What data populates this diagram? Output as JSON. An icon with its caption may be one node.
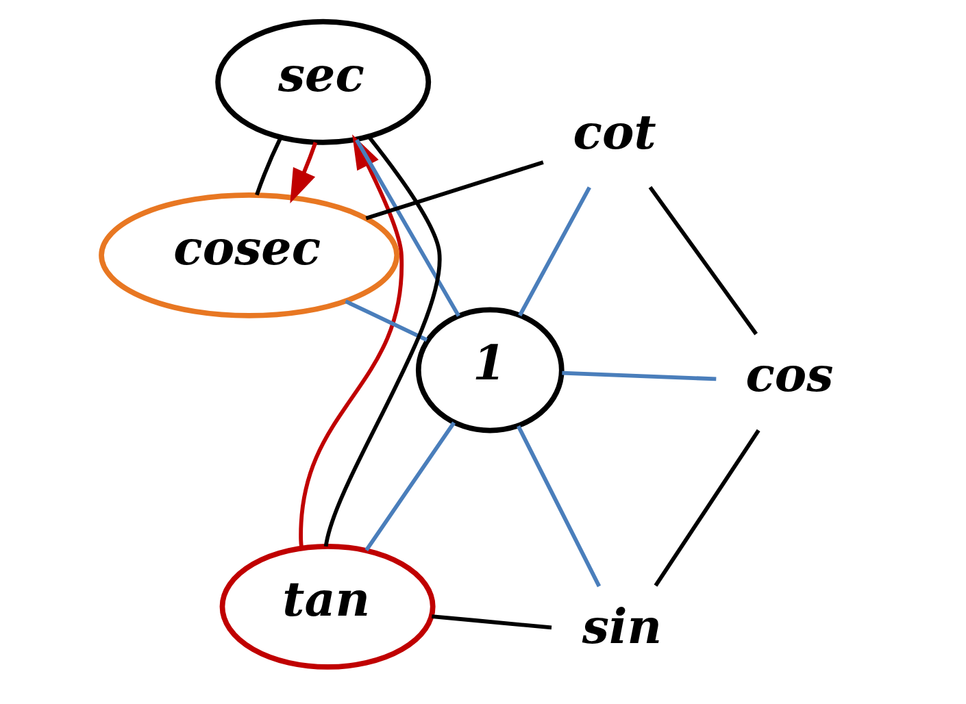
{
  "diagram": {
    "nodes": [
      {
        "text": [
          "sin"
        ]
      },
      {
        "text": [
          "cos"
        ]
      },
      {
        "text": [
          "tan"
        ]
      },
      {
        "text": [
          "1"
        ]
      },
      {
        "text": [
          "cot"
        ]
      },
      {
        "text": [
          "sec"
        ]
      },
      {
        "text": [
          "cosec"
        ]
      }
    ],
    "edges": [
      {
        "from": 0,
        "to": 1,
        "arrow": "none"
      },
      {
        "from": 1,
        "to": 4,
        "arrow": "none"
      },
      {
        "from": 4,
        "to": 6,
        "arrow": "none"
      },
      {
        "from": 6,
        "to": 5,
        "arrow": "none"
      },
      {
        "from": 5,
        "to": 2,
        "arrow": "none"
      },
      {
        "from": 2,
        "to": 0,
        "arrow": "none"
      },
      {
        "from": 3,
        "to": 0,
        "arrow": "none",
        "color": "#4a7ebb"
      },
      {
        "from": 3,
        "to": 1,
        "arrow": "none",
        "color": "#4a7ebb"
      },
      {
        "from": 3,
        "to": 2,
        "arrow": "none",
        "color": "#4a7ebb"
      },
      {
        "from": 3,
        "to": 4,
        "arrow": "none",
        "color": "#4a7ebb"
      },
      {
        "from": 3,
        "to": 5,
        "arrow": "none",
        "color": "#4a7ebb"
      },
      {
        "from": 3,
        "to": 6,
        "arrow": "none",
        "color": "#4a7ebb"
      },
      {
        "from": 2,
        "to": 5,
        "arrow": "to",
        "color": "#c00000"
      },
      {
        "from": 5,
        "to": 6,
        "arrow": "to",
        "color": "#c00000"
      }
    ]
  }
}
